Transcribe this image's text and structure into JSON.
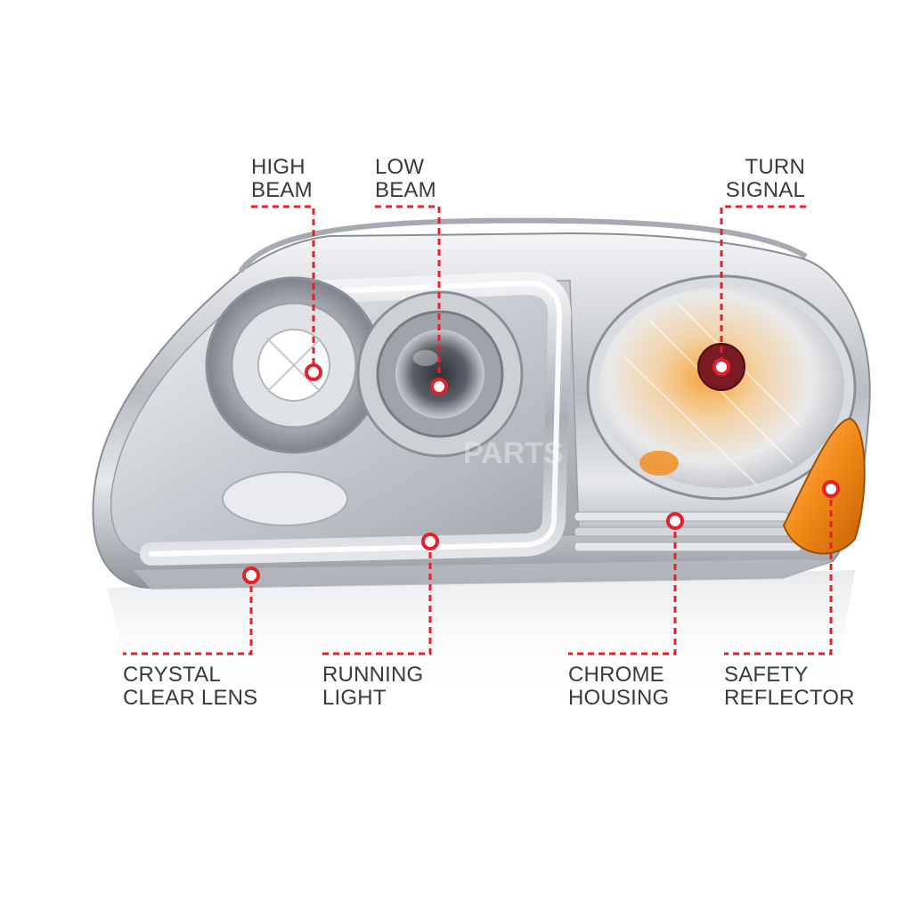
{
  "colors": {
    "callout_line": "#e4202a",
    "callout_dot": "#e4202a",
    "label_text": "#3a3a3a",
    "chrome": "#c9ccd1",
    "amber": "#f28a17"
  },
  "watermark": "PARTS",
  "callouts": {
    "high_beam": {
      "line1": "HIGH",
      "line2": "BEAM"
    },
    "low_beam": {
      "line1": "LOW",
      "line2": "BEAM"
    },
    "turn_signal": {
      "line1": "TURN",
      "line2": "SIGNAL"
    },
    "crystal_clear_lens": {
      "line1": "CRYSTAL",
      "line2": "CLEAR LENS"
    },
    "running_light": {
      "line1": "RUNNING",
      "line2": "LIGHT"
    },
    "chrome_housing": {
      "line1": "CHROME",
      "line2": "HOUSING"
    },
    "safety_reflector": {
      "line1": "SAFETY",
      "line2": "REFLECTOR"
    }
  }
}
